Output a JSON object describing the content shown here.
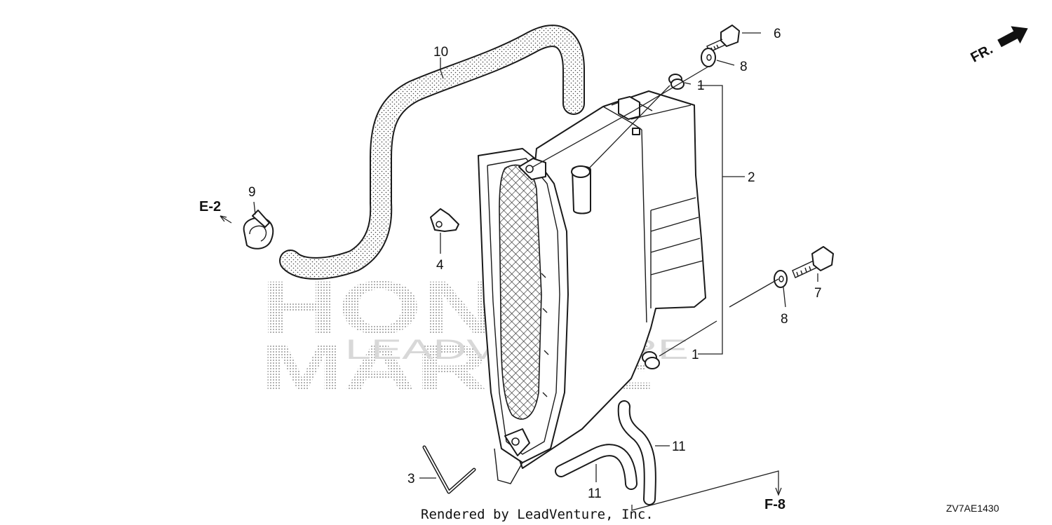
{
  "watermark": {
    "line1": "HONDA",
    "line2": "MARINE",
    "line3": "LEADVENTURE"
  },
  "direction": {
    "label": "FR."
  },
  "footer": {
    "rendered_by": "Rendered by LeadVenture, Inc.",
    "diagram_code": "ZV7AE1430"
  },
  "references": {
    "e2": "E-2",
    "f8": "F-8"
  },
  "callouts": {
    "c1a": "1",
    "c1b": "1",
    "c2": "2",
    "c3": "3",
    "c4": "4",
    "c6": "6",
    "c7": "7",
    "c8a": "8",
    "c8b": "8",
    "c9": "9",
    "c10": "10",
    "c11a": "11",
    "c11b": "11"
  }
}
